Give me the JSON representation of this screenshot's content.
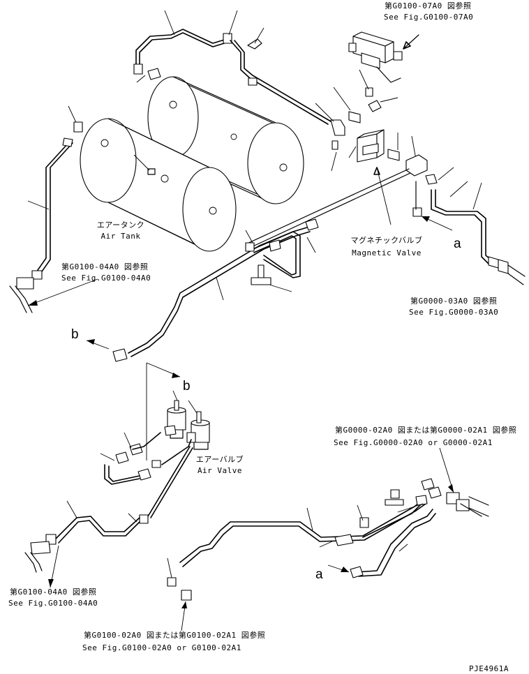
{
  "labels": {
    "ref_07a0_jp": "第G0100-07A0 図参照",
    "ref_07a0_en": "See Fig.G0100-07A0",
    "air_tank_jp": "エアータンク",
    "air_tank_en": "Air Tank",
    "magnetic_valve_jp": "マグネチックバルブ",
    "magnetic_valve_en": "Magnetic Valve",
    "ref_04a0_top_jp": "第G0100-04A0 図参照",
    "ref_04a0_top_en": "See Fig.G0100-04A0",
    "ref_03a0_jp": "第G0000-03A0 図参照",
    "ref_03a0_en": "See Fig.G0000-03A0",
    "air_valve_jp": "エアーバルブ",
    "air_valve_en": "Air Valve",
    "ref_02a0_jp": "第G0000-02A0 図または第G0000-02A1 図参照",
    "ref_02a0_en": "See Fig.G0000-02A0 or G0000-02A1",
    "ref_04a0_bottom_jp": "第G0100-04A0 図参照",
    "ref_04a0_bottom_en": "See Fig.G0100-04A0",
    "ref_0100_02a0_jp": "第G0100-02A0 図または第G0100-02A1 図参照",
    "ref_0100_02a0_en": "See Fig.G0100-02A0 or G0100-02A1",
    "drawing_number": "PJE4961A"
  },
  "callouts": {
    "a": "a",
    "b": "b"
  }
}
